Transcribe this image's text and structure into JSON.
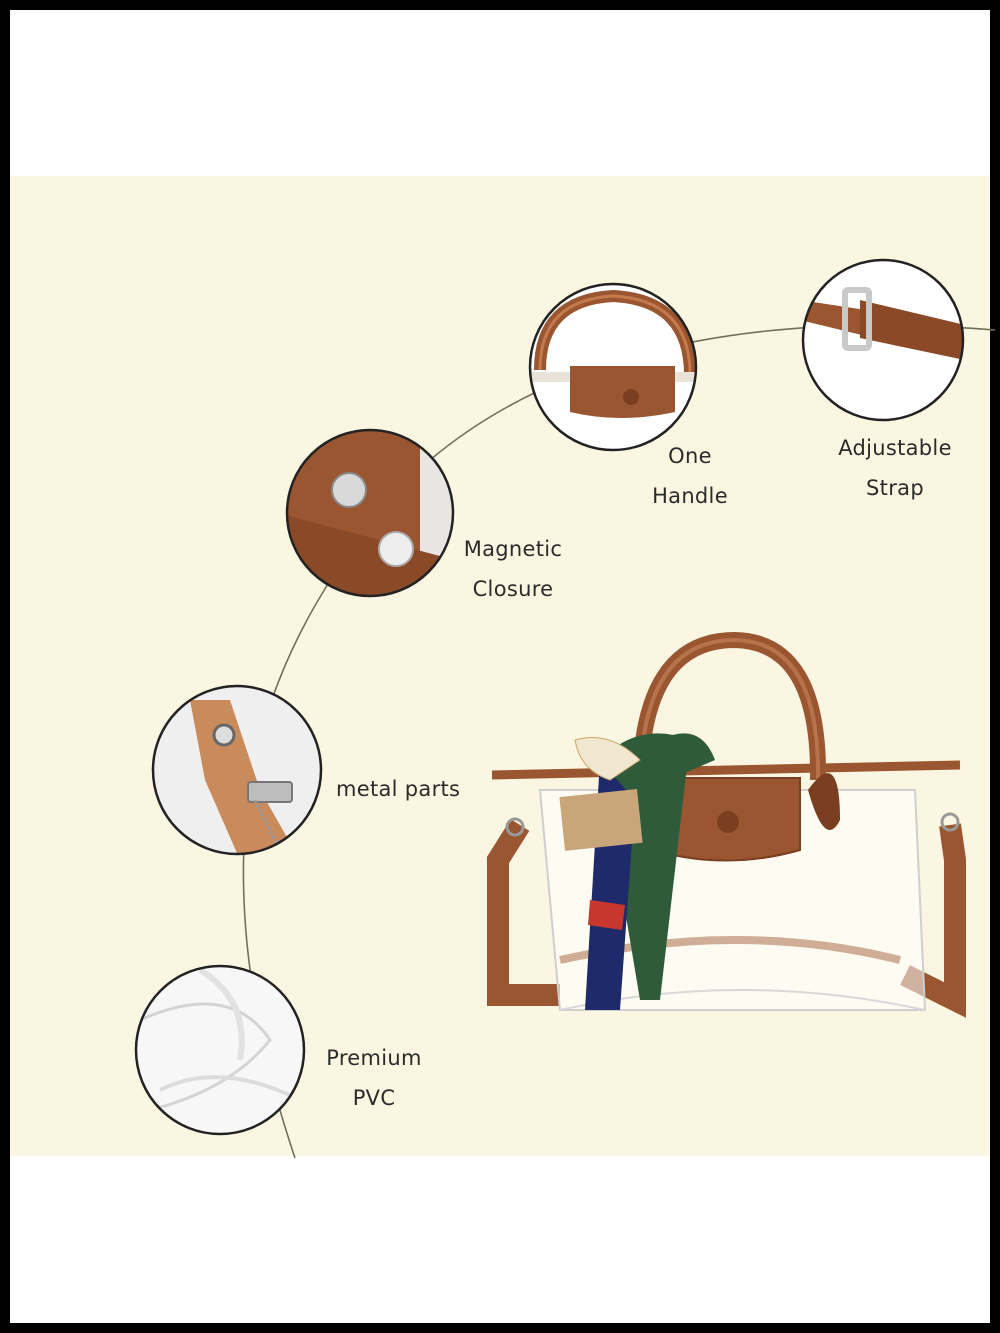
{
  "features": {
    "handle": {
      "line1": "One",
      "line2": "Handle"
    },
    "strap": {
      "line1": "Adjustable",
      "line2": "Strap"
    },
    "closure": {
      "line1": "Magnetic",
      "line2": "Closure"
    },
    "metal": {
      "line1": "metal parts"
    },
    "pvc": {
      "line1": "Premium",
      "line2": "PVC"
    }
  },
  "colors": {
    "background": "#fbf6e2",
    "leather": "#9a5630",
    "frame": "#000000"
  }
}
